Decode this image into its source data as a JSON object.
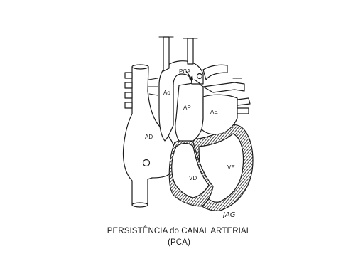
{
  "labels": {
    "pca": "PCA",
    "ao": "Ao",
    "ap": "AP",
    "ae": "AE",
    "ad": "AD",
    "vd": "VD",
    "ve": "VE"
  },
  "signature": "JAG",
  "caption": {
    "line1": "PERSISTÊNCIA do CANAL ARTERIAL",
    "line2": "(PCA)"
  }
}
